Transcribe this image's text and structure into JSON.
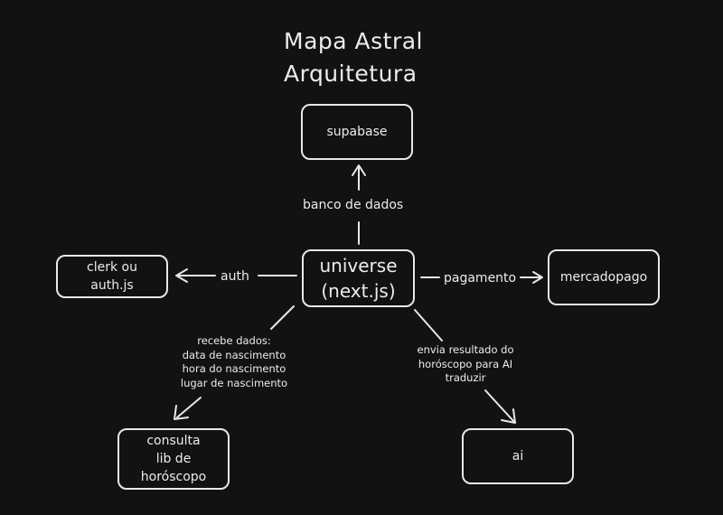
{
  "title": {
    "line1": "Mapa Astral",
    "line2": "Arquitetura"
  },
  "nodes": {
    "supabase": "supabase",
    "universe": {
      "line1": "universe",
      "line2": "(next.js)"
    },
    "clerk": {
      "line1": "clerk ou",
      "line2": "auth.js"
    },
    "mercadopago": "mercadopago",
    "consulta": {
      "line1": "consulta",
      "line2": "lib de",
      "line3": "horóscopo"
    },
    "ai": "ai"
  },
  "edges": {
    "banco": "banco de dados",
    "auth": "auth",
    "pagamento": "pagamento",
    "recebe": [
      "recebe dados:",
      "data de nascimento",
      "hora do nascimento",
      "lugar de nascimento"
    ],
    "envia": [
      "envia resultado do",
      "horóscopo para AI",
      "traduzir"
    ]
  }
}
